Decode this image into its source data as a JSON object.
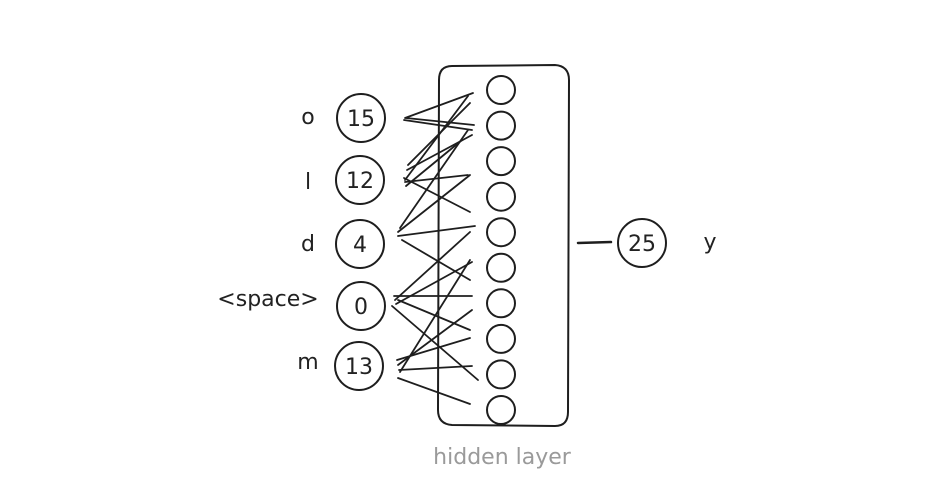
{
  "inputs": [
    {
      "char": "o",
      "value": "15"
    },
    {
      "char": "l",
      "value": "12"
    },
    {
      "char": "d",
      "value": "4"
    },
    {
      "char": "<space>",
      "value": "0"
    },
    {
      "char": "m",
      "value": "13"
    }
  ],
  "hidden_layer": {
    "label": "hidden layer",
    "neuron_count": 10
  },
  "output": {
    "value": "25",
    "label": "y"
  }
}
